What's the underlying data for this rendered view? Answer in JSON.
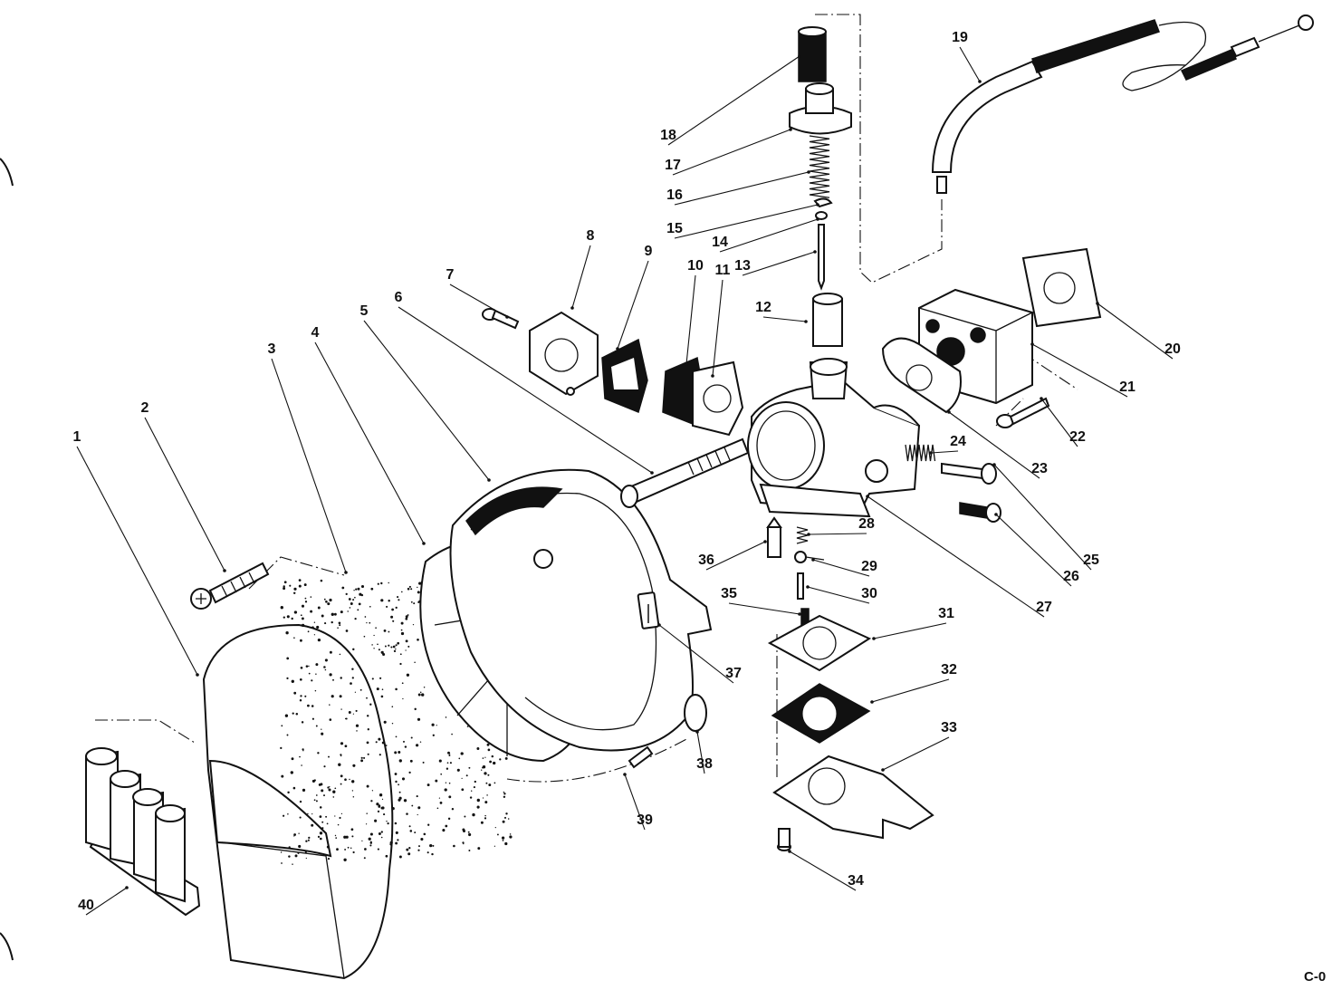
{
  "drawing_code": "C-0",
  "callouts": [
    {
      "n": "1"
    },
    {
      "n": "2"
    },
    {
      "n": "3"
    },
    {
      "n": "4"
    },
    {
      "n": "5"
    },
    {
      "n": "6"
    },
    {
      "n": "7"
    },
    {
      "n": "8"
    },
    {
      "n": "9"
    },
    {
      "n": "10"
    },
    {
      "n": "11"
    },
    {
      "n": "12"
    },
    {
      "n": "13"
    },
    {
      "n": "14"
    },
    {
      "n": "15"
    },
    {
      "n": "16"
    },
    {
      "n": "17"
    },
    {
      "n": "18"
    },
    {
      "n": "19"
    },
    {
      "n": "20"
    },
    {
      "n": "21"
    },
    {
      "n": "22"
    },
    {
      "n": "23"
    },
    {
      "n": "24"
    },
    {
      "n": "25"
    },
    {
      "n": "26"
    },
    {
      "n": "27"
    },
    {
      "n": "28"
    },
    {
      "n": "29"
    },
    {
      "n": "30"
    },
    {
      "n": "31"
    },
    {
      "n": "32"
    },
    {
      "n": "33"
    },
    {
      "n": "34"
    },
    {
      "n": "35"
    },
    {
      "n": "36"
    },
    {
      "n": "37"
    },
    {
      "n": "38"
    },
    {
      "n": "39"
    },
    {
      "n": "40"
    }
  ]
}
